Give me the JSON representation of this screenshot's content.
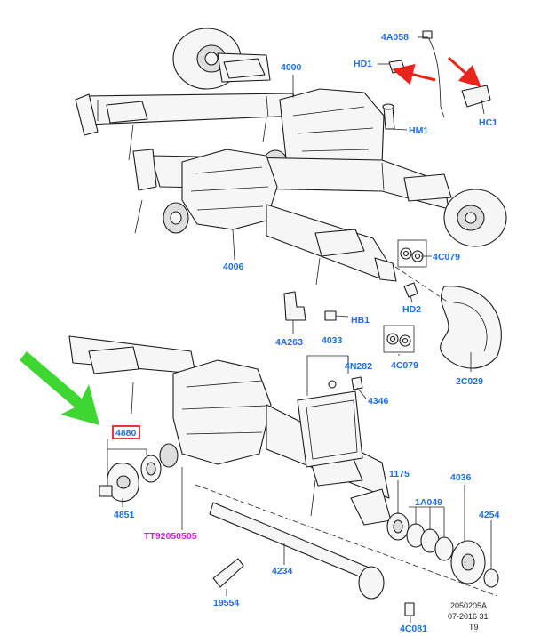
{
  "colors": {
    "label_blue": "#1f6fd8",
    "label_magenta": "#d81fd8",
    "arrow_red": "#e8241c",
    "arrow_green": "#3ed630",
    "highlight_box": "#e8241c"
  },
  "labels": {
    "p4A058": "4A058",
    "pHD1": "HD1",
    "pHC1": "HC1",
    "pHM1": "HM1",
    "p4000": "4000",
    "p4006": "4006",
    "p4C079a": "4C079",
    "pHD2": "HD2",
    "p4A263": "4A263",
    "pHB1": "HB1",
    "p4033": "4033",
    "p4N282": "4N282",
    "p4346": "4346",
    "p4C079b": "4C079",
    "p2C029": "2C029",
    "p4880": "4880",
    "p4851": "4851",
    "pTT92050505": "TT92050505",
    "p1175": "1175",
    "p4036": "4036",
    "p1A049": "1A049",
    "p4254": "4254",
    "p4234": "4234",
    "p19554": "19554",
    "p4C081": "4C081"
  },
  "footer": {
    "line1": "2050205A",
    "line2": "07-2016 31",
    "line3": "T9"
  },
  "icons": {
    "highlight_arrow": "green-arrow-icon",
    "direction_arrows": "red-arrow-icon"
  }
}
